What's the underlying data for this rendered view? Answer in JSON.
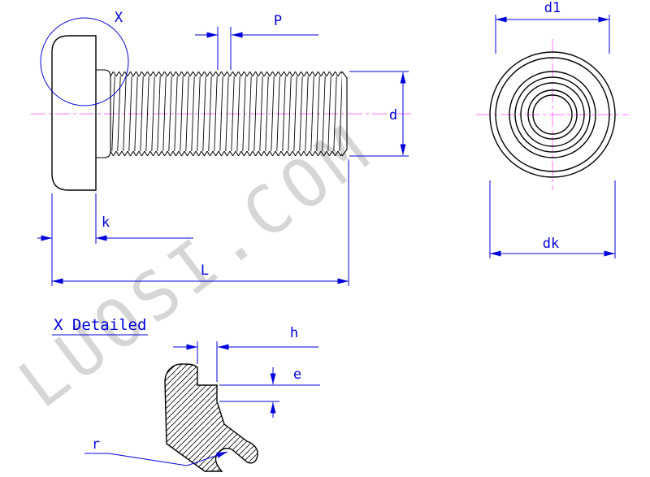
{
  "watermark": "LUOSI.COM",
  "side_view": {
    "detail_marker_label": "X",
    "dim_pitch": "P",
    "dim_thread_diameter": "d",
    "dim_head_height": "k",
    "dim_total_length": "L"
  },
  "end_view": {
    "dim_inner_diameter": "d1",
    "dim_head_diameter": "dk"
  },
  "detail_view": {
    "title": "X Detailed",
    "dim_height": "h",
    "dim_step": "e",
    "dim_radius": "r"
  },
  "colors": {
    "dimension_blue": "#0000dd",
    "drawing_black": "#000000",
    "centerline_magenta": "#ff00ff",
    "watermark_gray": "#cccccc"
  }
}
